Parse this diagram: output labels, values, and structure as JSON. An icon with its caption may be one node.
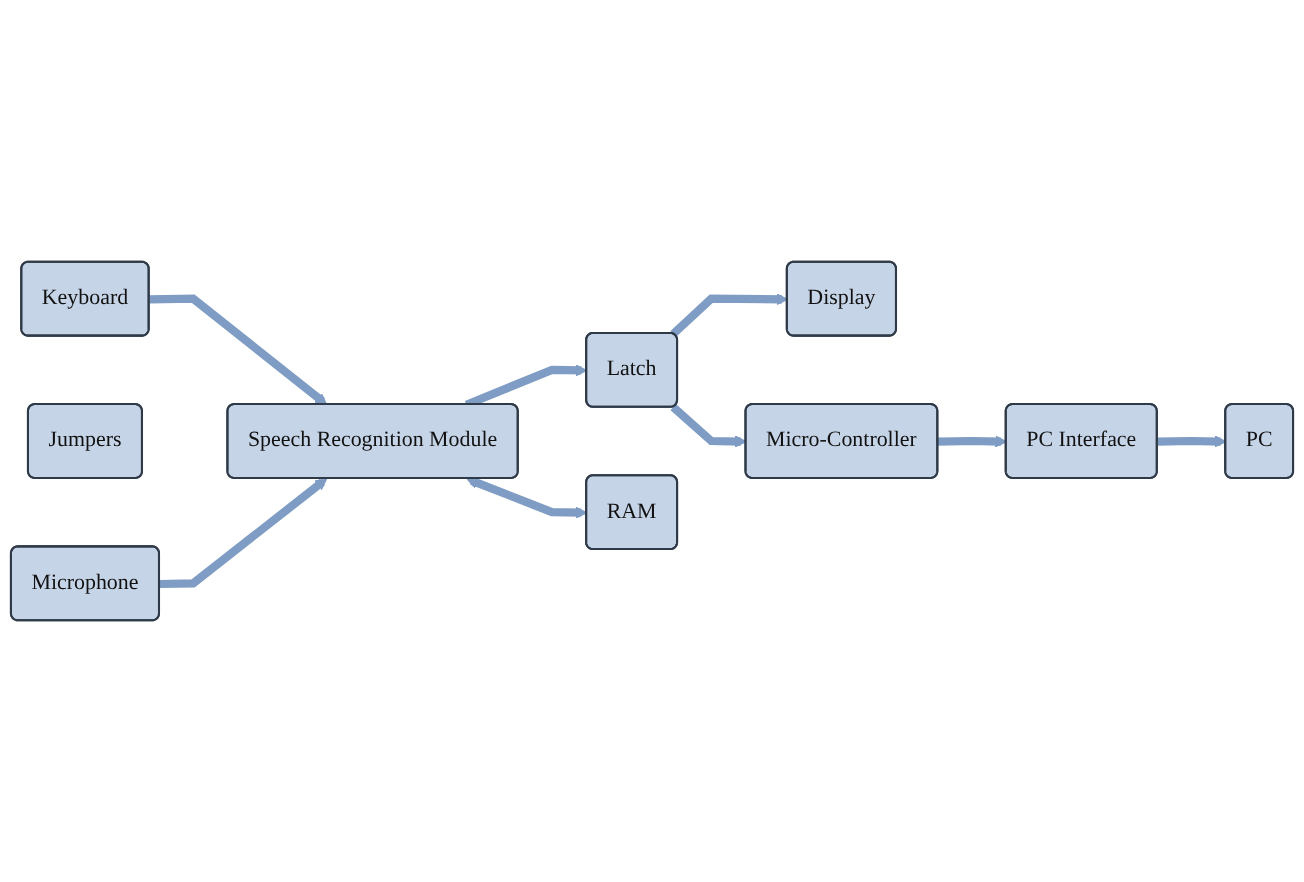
{
  "diagram": {
    "nodes": [
      {
        "text": [
          "Keyboard"
        ]
      },
      {
        "text": [
          "Jumpers"
        ]
      },
      {
        "text": [
          "Microphone"
        ]
      },
      {
        "text": [
          "Speech Recognition Module"
        ]
      },
      {
        "text": [
          "Latch"
        ]
      },
      {
        "text": [
          "Display"
        ]
      },
      {
        "text": [
          "RAM"
        ]
      },
      {
        "text": [
          "Micro-Controller"
        ]
      },
      {
        "text": [
          "PC Interface"
        ]
      },
      {
        "text": [
          "PC"
        ]
      }
    ],
    "edges": [
      {
        "from": 0,
        "to": 3,
        "arrow": "to"
      },
      {
        "from": 2,
        "to": 3,
        "arrow": "to"
      },
      {
        "from": 3,
        "to": 6,
        "arrow": "both"
      },
      {
        "from": 3,
        "to": 4,
        "arrow": "to"
      },
      {
        "from": 4,
        "to": 5,
        "arrow": "to"
      },
      {
        "from": 4,
        "to": 7,
        "arrow": "to"
      },
      {
        "from": 7,
        "to": 8,
        "arrow": "to"
      },
      {
        "from": 8,
        "to": 9,
        "arrow": "to"
      }
    ]
  }
}
